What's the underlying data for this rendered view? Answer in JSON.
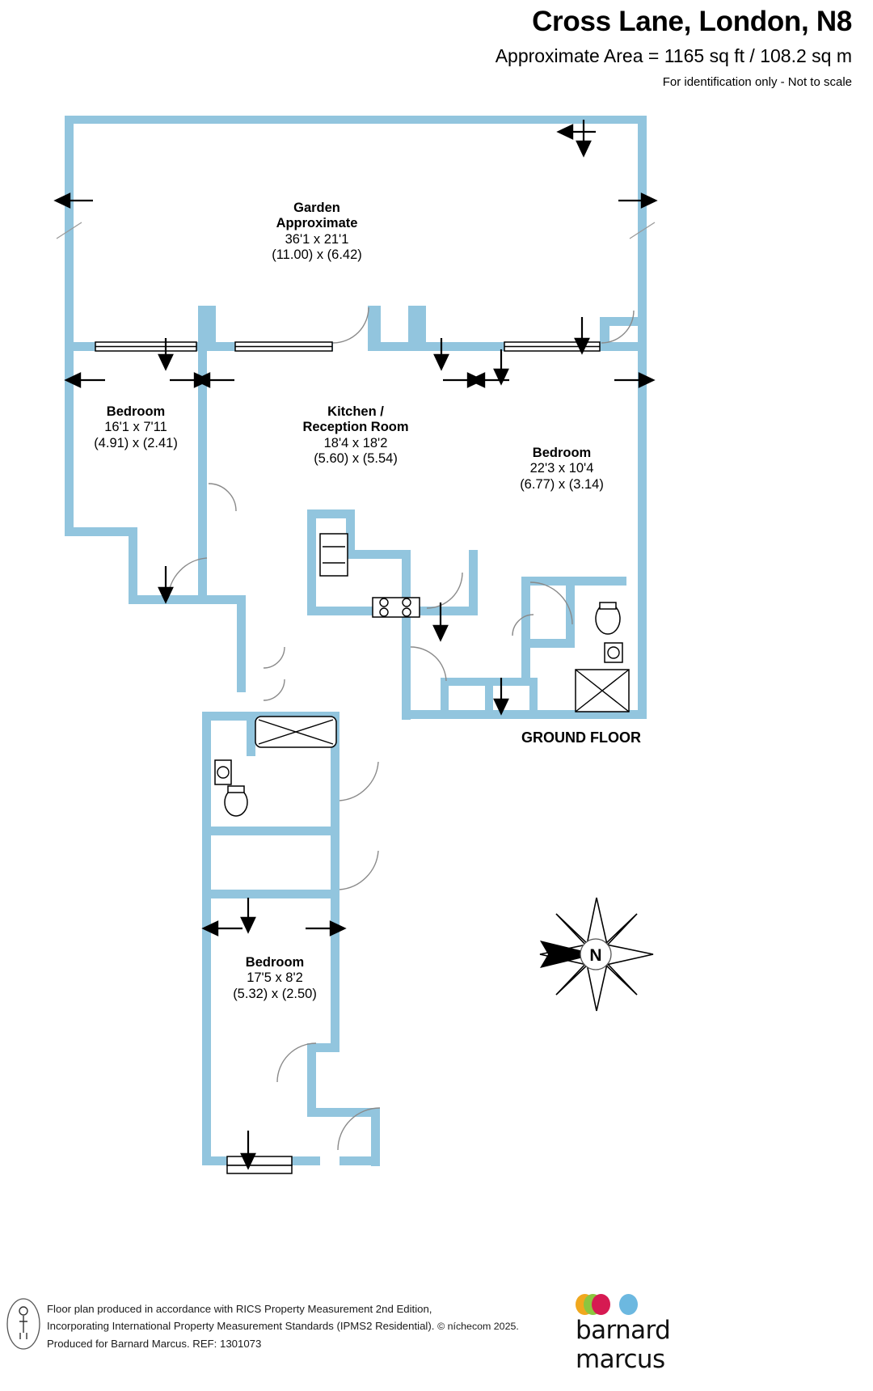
{
  "header": {
    "title": "Cross Lane, London, N8",
    "area": "Approximate Area = 1165 sq ft / 108.2 sq m",
    "disclaimer": "For identification only - Not to scale"
  },
  "floor_label": "GROUND FLOOR",
  "compass": {
    "label": "N"
  },
  "rooms": [
    {
      "name": "Garden\nApproximate",
      "name_line1": "Garden",
      "name_line2": "Approximate",
      "imperial": "36'1 x 21'1",
      "metric": "(11.00) x (6.42)"
    },
    {
      "name_line1": "Bedroom",
      "imperial": "16'1 x 7'11",
      "metric": "(4.91) x (2.41)"
    },
    {
      "name_line1": "Kitchen /",
      "name_line2": "Reception Room",
      "imperial": "18'4 x 18'2",
      "metric": "(5.60) x (5.54)"
    },
    {
      "name_line1": "Bedroom",
      "imperial": "22'3 x 10'4",
      "metric": "(6.77) x (3.14)"
    },
    {
      "name_line1": "Bedroom",
      "imperial": "17'5 x 8'2",
      "metric": "(5.32) x (2.50)"
    }
  ],
  "footer": {
    "line1": "Floor plan produced in accordance with RICS Property Measurement 2nd Edition,",
    "line2a": "Incorporating International Property Measurement Standards (IPMS2 Residential).",
    "copyright": "© níchecom 2025.",
    "line3": "Produced for Barnard Marcus.   REF:  1301073",
    "brand": "barnard marcus"
  },
  "colors": {
    "wall": "#92c5de",
    "accent_orange": "#f0a81e",
    "accent_red": "#d61a52",
    "accent_green": "#8cc63f",
    "accent_blue": "#6cb8e0",
    "text": "#000000"
  }
}
